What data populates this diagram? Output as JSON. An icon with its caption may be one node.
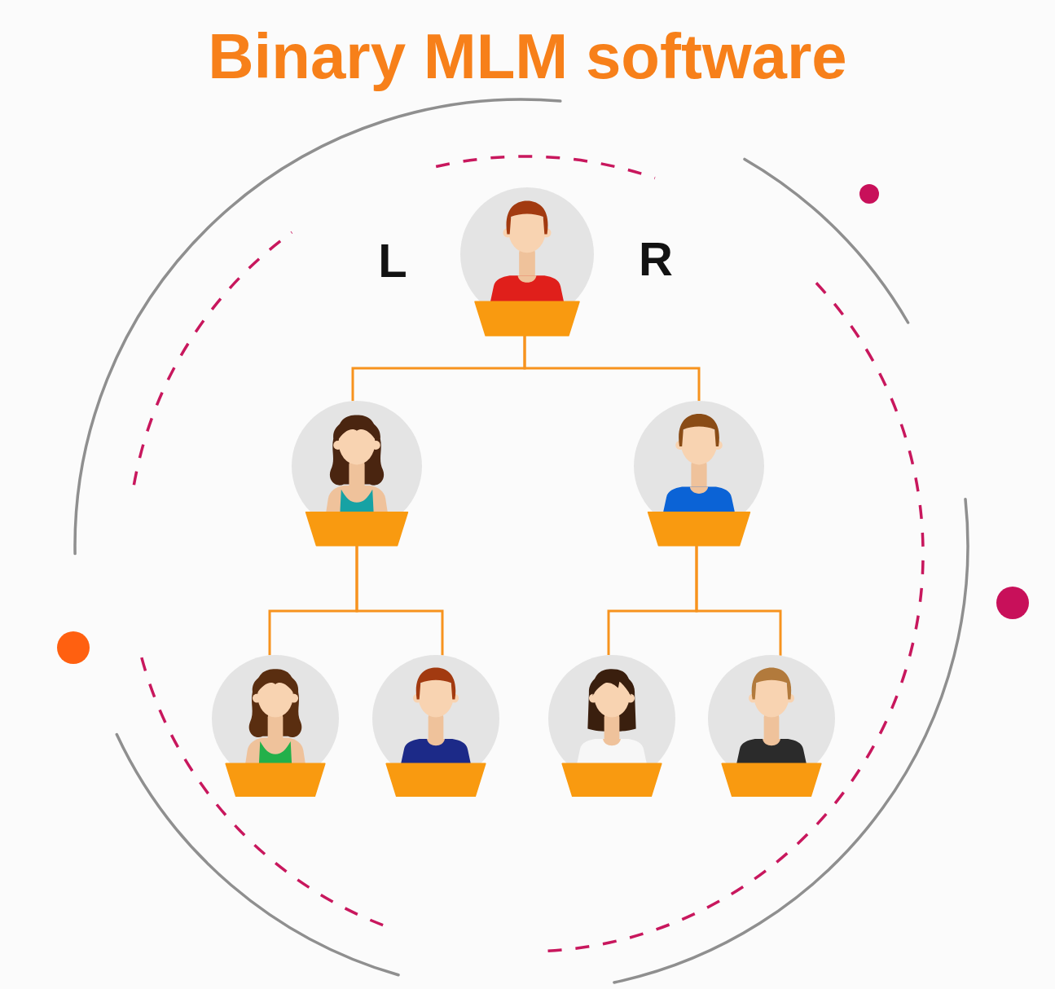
{
  "diagram": {
    "title": "Binary MLM software",
    "nodes": [
      {
        "text": [],
        "shape": "person"
      },
      {
        "text": [],
        "shape": "person"
      },
      {
        "text": [],
        "shape": "person"
      },
      {
        "text": [],
        "shape": "person"
      },
      {
        "text": [],
        "shape": "person"
      },
      {
        "text": [],
        "shape": "person"
      },
      {
        "text": [],
        "shape": "person"
      }
    ],
    "edges": [
      {
        "from": 0,
        "to": 1,
        "arrow": "none"
      },
      {
        "from": 0,
        "to": 2,
        "arrow": "none"
      },
      {
        "from": 1,
        "to": 3,
        "arrow": "none"
      },
      {
        "from": 1,
        "to": 4,
        "arrow": "none"
      },
      {
        "from": 2,
        "to": 5,
        "arrow": "none"
      },
      {
        "from": 2,
        "to": 6,
        "arrow": "none"
      }
    ],
    "labels": [
      "L",
      "R"
    ]
  }
}
